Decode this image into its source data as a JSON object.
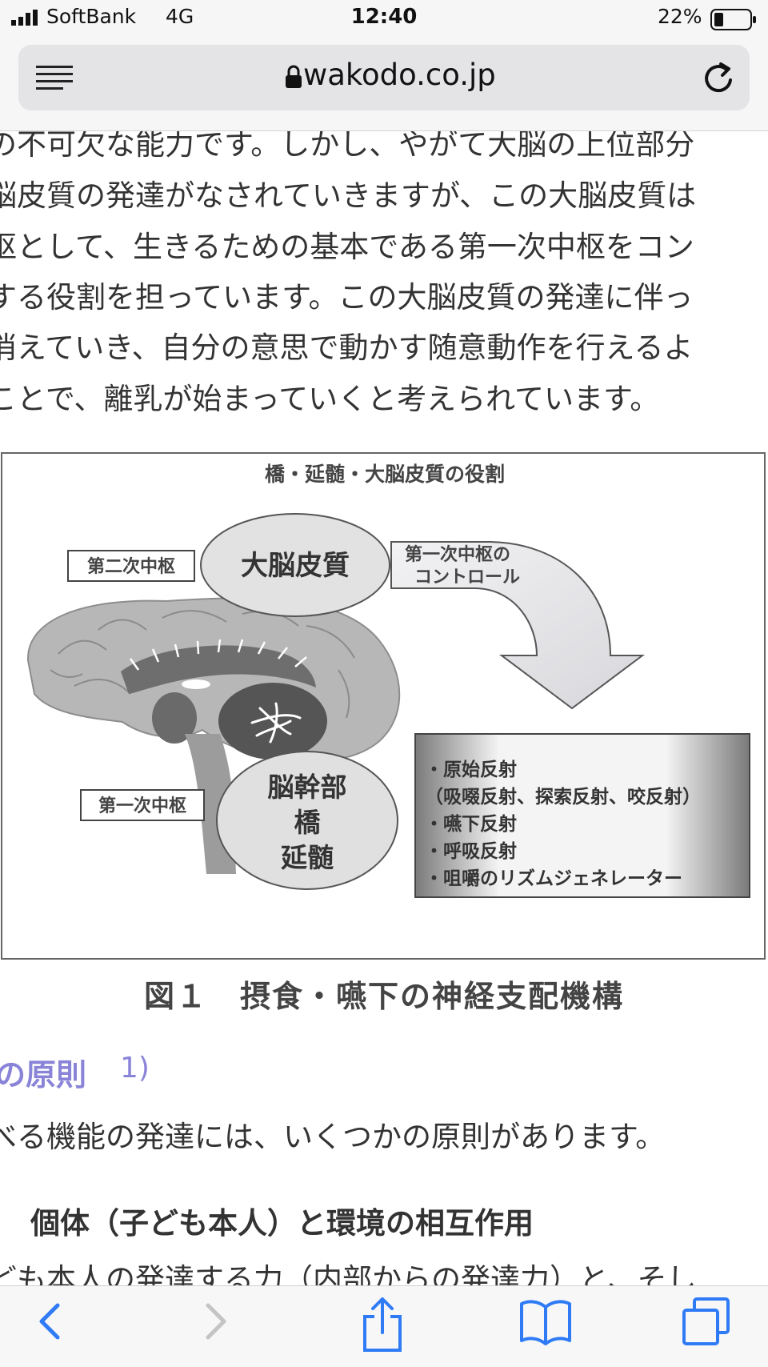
{
  "status_bar": {
    "carrier": "SoftBank",
    "network": "4G",
    "time": "12:40",
    "battery_percent": "22%"
  },
  "browser": {
    "url": "wakodo.co.jp"
  },
  "article": {
    "intro_lines": [
      "の不可欠な能力です。しかし、やがて大脳の上位部分",
      "脳皮質の発達がなされていきますが、この大脳皮質は",
      "枢として、生きるための基本である第一次中枢をコン",
      "する役割を担っています。この大脳皮質の発達に伴っ",
      "消えていき、自分の意思で動かす随意動作を行えるよ",
      "ことで、離乳が始まっていくと考えられています。"
    ],
    "figure": {
      "title": "橋・延髄・大脳皮質の役割",
      "label_secondary": "第二次中枢",
      "label_primary": "第一次中枢",
      "cortex": "大脳皮質",
      "brainstem": [
        "脳幹部",
        "橋",
        "延髄"
      ],
      "arrow_text": [
        "第一次中枢の",
        "コントロール"
      ],
      "reflex_list": [
        "・原始反射",
        "（吸啜反射、探索反射、咬反射）",
        "・嚥下反射",
        "・呼吸反射",
        "・咀嚼のリズムジェネレーター"
      ]
    },
    "figure_caption": "図１　摂食・嚥下の神経支配機構",
    "section_heading": "の原則",
    "section_ref": "1)",
    "section_body": "べる機能の発達には、いくつかの原則があります。",
    "sub_heading": "個体（子ども本人）と環境の相互作用",
    "sub_body": "ども本人の発達する力（内部からの発達力）と、そし"
  },
  "colors": {
    "heading_accent": "#8a84d8",
    "toolbar_icon": "#2f7bf6",
    "toolbar_icon_disabled": "#c4c4c4"
  },
  "icons": {
    "toolbar": [
      "back-icon",
      "forward-icon",
      "share-icon",
      "bookmarks-icon",
      "tabs-icon"
    ]
  }
}
